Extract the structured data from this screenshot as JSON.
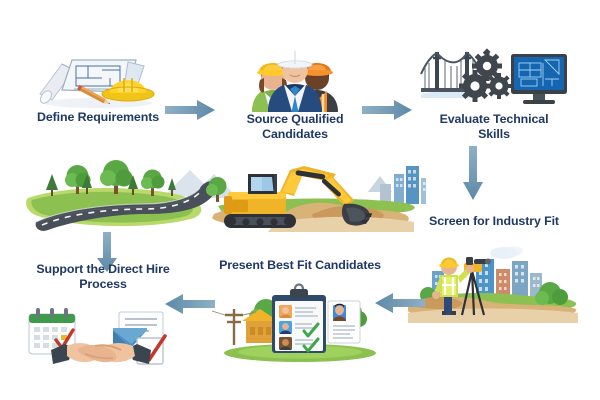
{
  "diagram": {
    "title_visible": false,
    "background_color": "#ffffff",
    "label_color": "#1f3864",
    "arrow_color": "#6f9cbb",
    "steps": [
      {
        "id": "define-requirements",
        "label": "Define Requirements",
        "icon": "blueprint-hardhat-icon",
        "icon_parts": [
          "rolled-blueprint",
          "floor-plan-sheet",
          "yellow-hard-hat",
          "pencil"
        ]
      },
      {
        "id": "source-qualified-candidates",
        "label": "Source Qualified\nCandidates",
        "icon": "construction-team-icon",
        "icon_parts": [
          "worker-yellow-helmet",
          "engineer-white-helmet",
          "worker-orange-helmet"
        ]
      },
      {
        "id": "evaluate-technical-skills",
        "label": "Evaluate Technical\nSkills",
        "icon": "bridge-gears-cad-monitor-icon",
        "icon_parts": [
          "suspension-bridge",
          "gears",
          "cad-monitor"
        ]
      },
      {
        "id": "screen-for-industry-fit",
        "label": "Screen for Industry Fit",
        "icon": "surveyor-cityscape-icon",
        "icon_parts": [
          "surveyor-worker",
          "theodolite-tripod",
          "city-buildings",
          "dirt-mound"
        ]
      },
      {
        "id": "present-best-fit-candidates",
        "label": "Present Best Fit Candidates",
        "icon": "clipboard-candidates-icon",
        "icon_parts": [
          "clipboard",
          "candidate-photos",
          "green-checkmarks",
          "resume-card",
          "trees",
          "utility-pole"
        ]
      },
      {
        "id": "support-the-direct-hire-process",
        "label": "Support the Direct Hire\nProcess",
        "icon": "handshake-hiring-icon",
        "icon_parts": [
          "calendar",
          "handshake",
          "envelope-document",
          "checkbox-tick"
        ]
      }
    ],
    "center_illustration": {
      "id": "road-and-excavator-band",
      "parts": [
        "curved-highway",
        "trees",
        "mountains",
        "excavator",
        "dirt-mound",
        "city-skyline"
      ]
    },
    "arrows": [
      {
        "id": "arrow-step1-step2",
        "direction": "right"
      },
      {
        "id": "arrow-step2-step3",
        "direction": "right"
      },
      {
        "id": "arrow-step3-step4",
        "direction": "down"
      },
      {
        "id": "arrow-step4-step5",
        "direction": "left"
      },
      {
        "id": "arrow-step5-step6",
        "direction": "left"
      },
      {
        "id": "arrow-band-to-step6",
        "direction": "down"
      }
    ]
  }
}
